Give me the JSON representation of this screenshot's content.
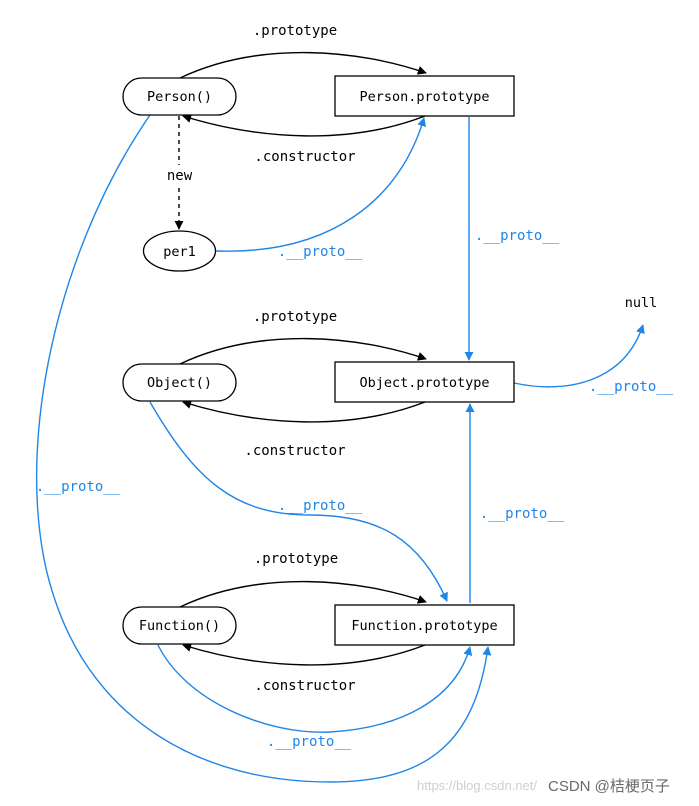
{
  "nodes": {
    "person": "Person()",
    "person_prototype": "Person.prototype",
    "per1": "per1",
    "object": "Object()",
    "object_prototype": "Object.prototype",
    "function": "Function()",
    "function_prototype": "Function.prototype",
    "null": "null"
  },
  "labels": {
    "prototype": ".prototype",
    "constructor": ".constructor",
    "new": "new",
    "proto": ".__proto__"
  },
  "colors": {
    "black_edges": "#000000",
    "proto_edges": "#1f86e8"
  },
  "watermark": {
    "url_text": "https://blog.csdn.net/",
    "credit_text": "CSDN @桔梗页子"
  }
}
